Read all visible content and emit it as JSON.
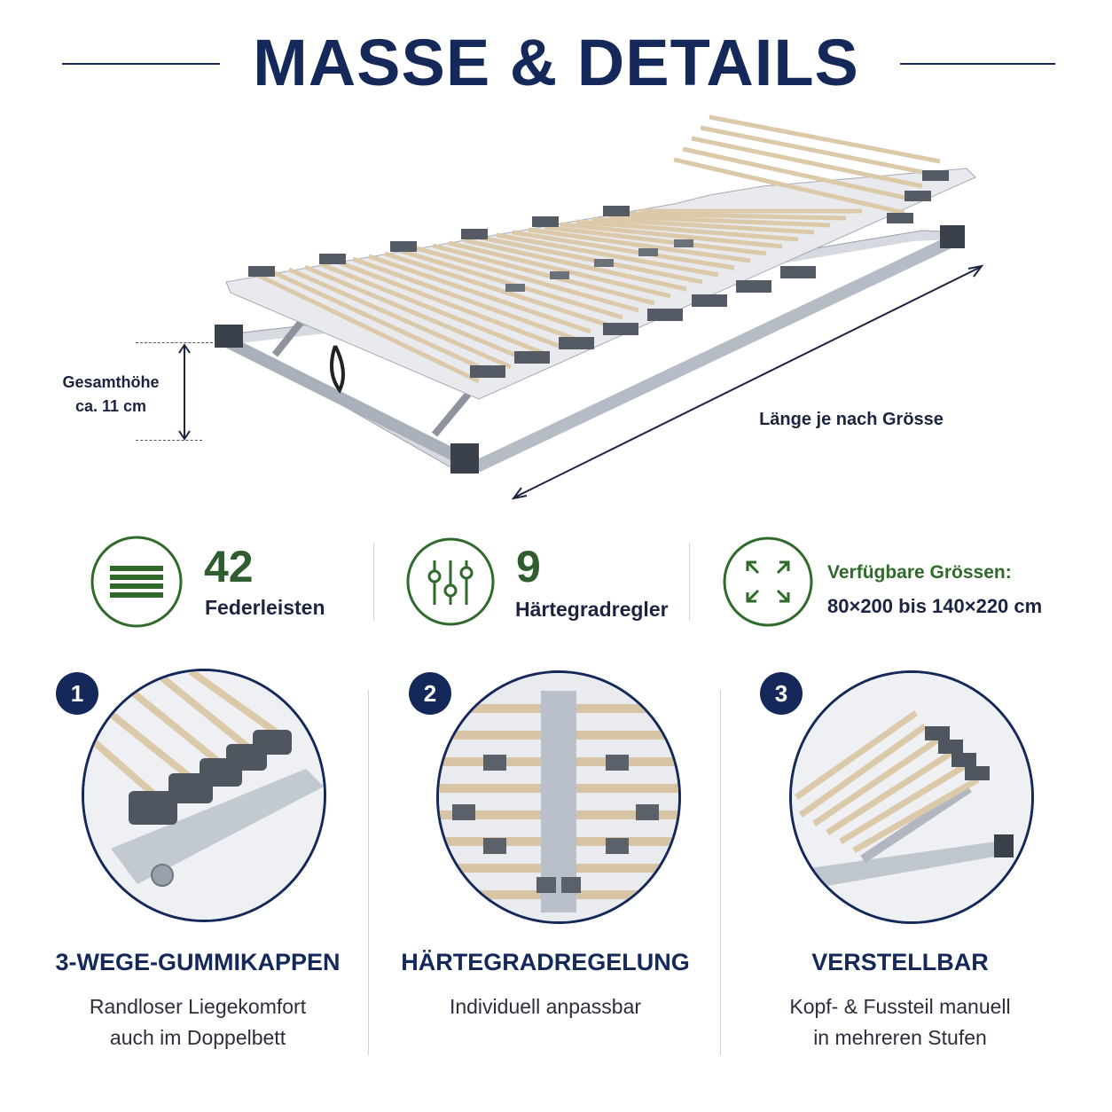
{
  "header": {
    "title": "MASSE & DETAILS"
  },
  "dimensions": {
    "height_label_1": "Gesamthöhe",
    "height_label_2": "ca. 11 cm",
    "length_label": "Länge je nach Grösse"
  },
  "features": [
    {
      "icon": "slats-icon",
      "number": "42",
      "label": "Federleisten"
    },
    {
      "icon": "sliders-icon",
      "number": "9",
      "label": "Härtegradregler"
    },
    {
      "icon": "expand-arrows-icon",
      "label": "Verfügbare Grössen:",
      "value": "80×200 bis 140×220 cm"
    }
  ],
  "details": [
    {
      "badge": "1",
      "title": "3-WEGE-GUMMIKAPPEN",
      "desc_line_1": "Randloser Liegekomfort",
      "desc_line_2": "auch im Doppelbett"
    },
    {
      "badge": "2",
      "title": "HÄRTEGRADREGELUNG",
      "desc_line_1": "Individuell anpassbar",
      "desc_line_2": ""
    },
    {
      "badge": "3",
      "title": "VERSTELLBAR",
      "desc_line_1": "Kopf- & Fussteil manuell",
      "desc_line_2": "in mehreren Stufen"
    }
  ],
  "colors": {
    "navy": "#14285a",
    "green": "#2f6a2a",
    "aluminium": "#c9ced6",
    "wood": "#e4d3b8",
    "cap": "#4a5059"
  }
}
